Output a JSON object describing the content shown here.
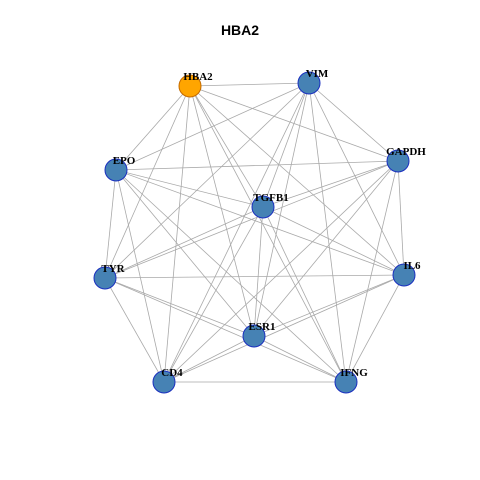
{
  "title": "HBA2",
  "colors": {
    "highlight_fill": "#FFA500",
    "highlight_stroke": "#C46A00",
    "node_fill": "#4682B4",
    "node_stroke": "#1A2FBF",
    "edge": "#A9A9A9"
  },
  "nodes": [
    {
      "id": "HBA2",
      "highlight": true
    },
    {
      "id": "VIM",
      "highlight": false
    },
    {
      "id": "GAPDH",
      "highlight": false
    },
    {
      "id": "IL6",
      "highlight": false
    },
    {
      "id": "IFNG",
      "highlight": false
    },
    {
      "id": "CD4",
      "highlight": false
    },
    {
      "id": "TYR",
      "highlight": false
    },
    {
      "id": "EPO",
      "highlight": false
    },
    {
      "id": "TGFB1",
      "highlight": false
    },
    {
      "id": "ESR1",
      "highlight": false
    }
  ],
  "edges": [
    [
      "HBA2",
      "VIM"
    ],
    [
      "HBA2",
      "GAPDH"
    ],
    [
      "HBA2",
      "EPO"
    ],
    [
      "HBA2",
      "TYR"
    ],
    [
      "HBA2",
      "CD4"
    ],
    [
      "HBA2",
      "ESR1"
    ],
    [
      "HBA2",
      "IFNG"
    ],
    [
      "HBA2",
      "TGFB1"
    ],
    [
      "HBA2",
      "IL6"
    ],
    [
      "VIM",
      "EPO"
    ],
    [
      "VIM",
      "TYR"
    ],
    [
      "VIM",
      "CD4"
    ],
    [
      "VIM",
      "ESR1"
    ],
    [
      "VIM",
      "IFNG"
    ],
    [
      "VIM",
      "TGFB1"
    ],
    [
      "VIM",
      "GAPDH"
    ],
    [
      "VIM",
      "IL6"
    ],
    [
      "GAPDH",
      "EPO"
    ],
    [
      "GAPDH",
      "TYR"
    ],
    [
      "GAPDH",
      "CD4"
    ],
    [
      "GAPDH",
      "ESR1"
    ],
    [
      "GAPDH",
      "IFNG"
    ],
    [
      "GAPDH",
      "TGFB1"
    ],
    [
      "GAPDH",
      "IL6"
    ],
    [
      "IL6",
      "EPO"
    ],
    [
      "IL6",
      "TYR"
    ],
    [
      "IL6",
      "CD4"
    ],
    [
      "IL6",
      "ESR1"
    ],
    [
      "IL6",
      "IFNG"
    ],
    [
      "IL6",
      "TGFB1"
    ],
    [
      "IFNG",
      "EPO"
    ],
    [
      "IFNG",
      "TYR"
    ],
    [
      "IFNG",
      "CD4"
    ],
    [
      "IFNG",
      "ESR1"
    ],
    [
      "IFNG",
      "TGFB1"
    ],
    [
      "CD4",
      "EPO"
    ],
    [
      "CD4",
      "TYR"
    ],
    [
      "CD4",
      "ESR1"
    ],
    [
      "CD4",
      "TGFB1"
    ],
    [
      "TYR",
      "EPO"
    ],
    [
      "TYR",
      "ESR1"
    ],
    [
      "TYR",
      "TGFB1"
    ],
    [
      "EPO",
      "ESR1"
    ],
    [
      "EPO",
      "TGFB1"
    ],
    [
      "TGFB1",
      "ESR1"
    ]
  ]
}
